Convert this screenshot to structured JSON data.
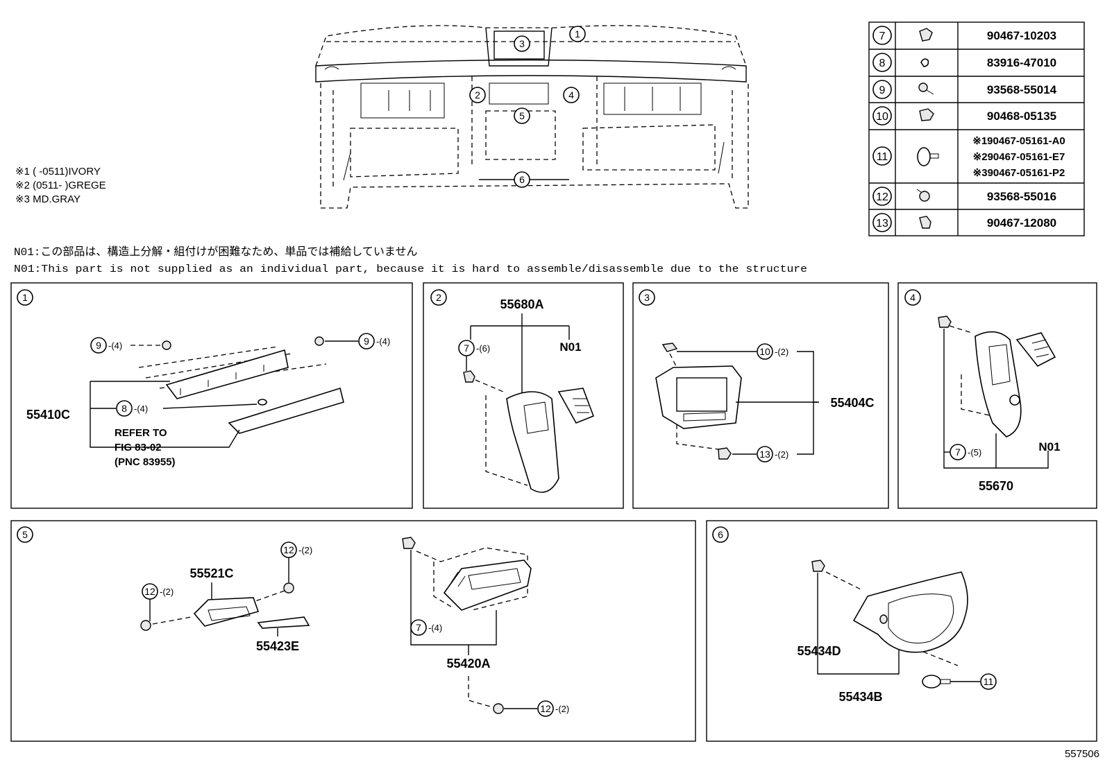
{
  "notes": {
    "color_1": "※1 (      -0511)IVORY",
    "color_2": "※2 (0511-       )GREGE",
    "color_3": "※3 MD.GRAY",
    "n01_jp": "N01:この部品は、構造上分解・組付けが困難なため、単品では補給していません",
    "n01_en": "N01:This part is not supplied as an individual part, because it is hard to assemble/disassemble due to the structure"
  },
  "parts_table": [
    {
      "ref": "7",
      "numbers": [
        "90467-10203"
      ],
      "icon": "clip-icon"
    },
    {
      "ref": "8",
      "numbers": [
        "83916-47010"
      ],
      "icon": "cushion-icon"
    },
    {
      "ref": "9",
      "numbers": [
        "93568-55014"
      ],
      "icon": "screw-icon"
    },
    {
      "ref": "10",
      "numbers": [
        "90468-05135"
      ],
      "icon": "clip-icon"
    },
    {
      "ref": "11",
      "numbers": [
        "※190467-05161-A0",
        "※290467-05161-E7",
        "※390467-05161-P2"
      ],
      "icon": "push-pin-icon"
    },
    {
      "ref": "12",
      "numbers": [
        "93568-55016"
      ],
      "icon": "screw-icon"
    },
    {
      "ref": "13",
      "numbers": [
        "90467-12080"
      ],
      "icon": "clip-icon"
    }
  ],
  "overview_callouts": [
    "1",
    "2",
    "3",
    "4",
    "5",
    "6"
  ],
  "panels": {
    "p1": {
      "num": "1",
      "pnc": "55410C",
      "qty9a": "-(4)",
      "qty9b": "-(4)",
      "qty8": "-(4)",
      "refer_1": "REFER TO",
      "refer_2": "FIG 83-02",
      "refer_3": "(PNC 83955)"
    },
    "p2": {
      "num": "2",
      "pnc": "55680A",
      "qty7": "-(6)",
      "n01": "N01"
    },
    "p3": {
      "num": "3",
      "pnc": "55404C",
      "qty10": "-(2)",
      "qty13": "-(2)"
    },
    "p4": {
      "num": "4",
      "pnc": "55670",
      "qty7": "-(5)",
      "n01": "N01"
    },
    "p5": {
      "num": "5",
      "pnc_a": "55521C",
      "pnc_b": "55423E",
      "pnc_c": "55420A",
      "qty12a": "-(2)",
      "qty12b": "-(2)",
      "qty12c": "-(2)",
      "qty7": "-(4)"
    },
    "p6": {
      "num": "6",
      "pnc_a": "55434D",
      "pnc_b": "55434B"
    }
  },
  "ref_labels": {
    "r7": "7",
    "r8": "8",
    "r9": "9",
    "r10": "10",
    "r11": "11",
    "r12": "12",
    "r13": "13"
  },
  "figure_id": "557506"
}
